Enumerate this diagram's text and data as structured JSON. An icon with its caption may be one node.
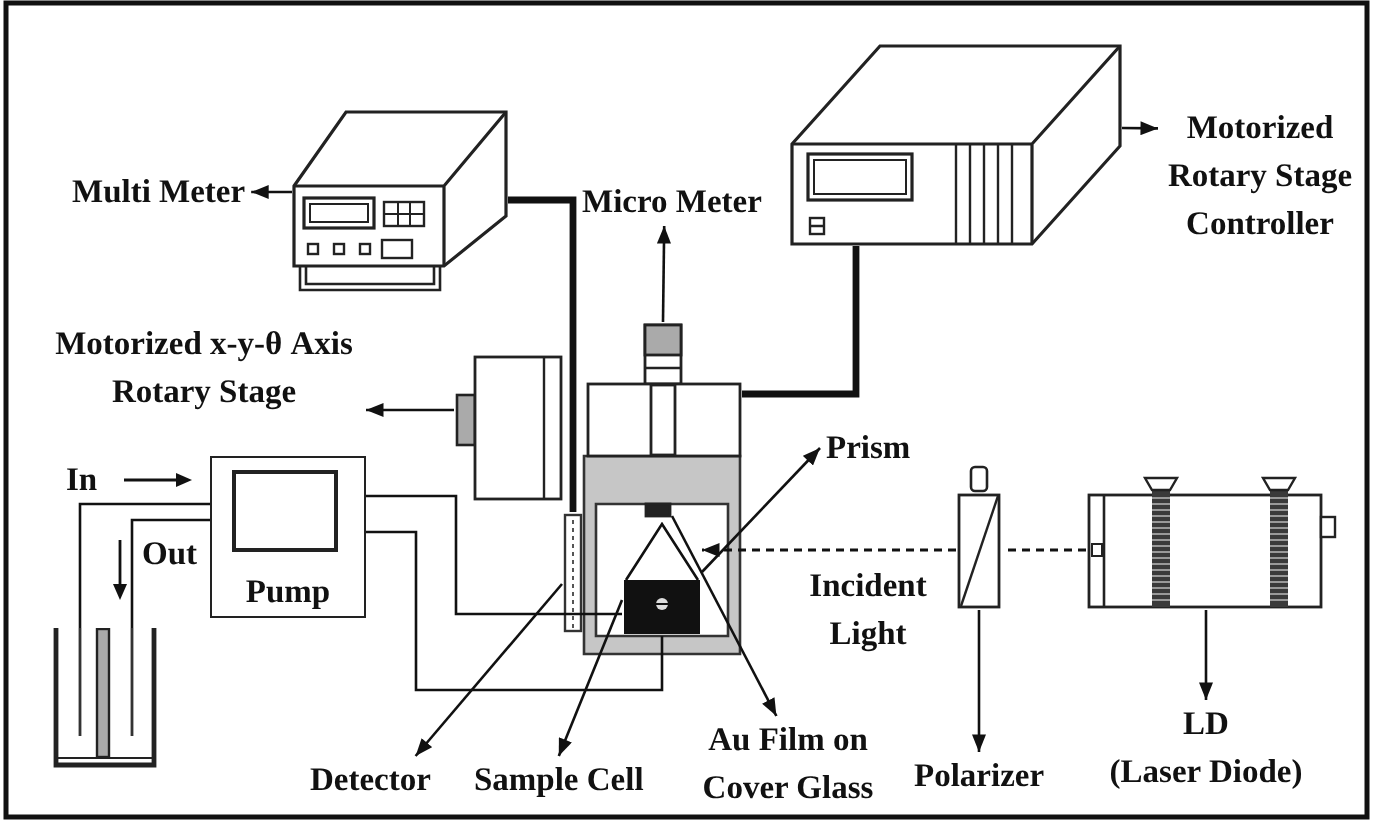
{
  "diagram": {
    "nodes": [
      {
        "text": [
          "Multi Meter"
        ]
      },
      {
        "text": [],
        "shape": "picture"
      },
      {
        "text": [
          "Micro Meter"
        ]
      },
      {
        "text": [],
        "shape": "box"
      },
      {
        "text": [
          "Motorized Rotary Stage Controller"
        ]
      },
      {
        "text": [],
        "shape": "picture"
      },
      {
        "text": [
          "Motorized x-y-θ Axis Rotary Stage"
        ]
      },
      {
        "text": [],
        "shape": "picture"
      },
      {
        "text": [
          "Prism"
        ]
      },
      {
        "text": [],
        "shape": "picture"
      },
      {
        "text": [
          "Pump"
        ]
      },
      {
        "text": [],
        "shape": "picture"
      },
      {
        "text": [
          "Detector"
        ]
      },
      {
        "text": [],
        "shape": "picture"
      },
      {
        "text": [
          "Sample Cell"
        ]
      },
      {
        "text": [],
        "shape": "picture"
      },
      {
        "text": [
          "Au Film on Cover Glass"
        ]
      },
      {
        "text": [],
        "shape": "box"
      },
      {
        "text": [
          "Polarizer"
        ]
      },
      {
        "text": [],
        "shape": "box"
      },
      {
        "text": [
          "LD",
          "(Laser Diode)"
        ]
      },
      {
        "text": [],
        "shape": "picture"
      },
      {
        "text": [],
        "shape": "box"
      }
    ],
    "edges": [
      {
        "from": 1,
        "to": 0,
        "arrow": "to"
      },
      {
        "from": 3,
        "to": 2,
        "arrow": "to"
      },
      {
        "from": 5,
        "to": 4,
        "arrow": "to"
      },
      {
        "from": 7,
        "to": 6,
        "arrow": "to"
      },
      {
        "from": 9,
        "to": 8,
        "arrow": "to"
      },
      {
        "from": 13,
        "to": 12,
        "arrow": "to"
      },
      {
        "from": 15,
        "to": 14,
        "arrow": "to"
      },
      {
        "from": 17,
        "to": 16,
        "arrow": "to"
      },
      {
        "from": 19,
        "to": 18,
        "arrow": "to"
      },
      {
        "from": 21,
        "to": 20,
        "arrow": "to"
      },
      {
        "from": 1,
        "to": 13,
        "arrow": "none",
        "style": "thick"
      },
      {
        "from": 5,
        "to": 22,
        "arrow": "none",
        "style": "thick"
      },
      {
        "from": 11,
        "to": 10,
        "arrow": "none"
      },
      {
        "from": 11,
        "to": 10,
        "arrow": "none"
      },
      {
        "from": 10,
        "to": 15,
        "arrow": "none"
      },
      {
        "from": 10,
        "to": 15,
        "arrow": "none"
      },
      {
        "from": 21,
        "to": 19,
        "arrow": "none",
        "style": "dashed"
      },
      {
        "from": 19,
        "to": 9,
        "arrow": "to",
        "style": "dashed",
        "label": "Incident Light"
      }
    ],
    "labels": [
      "In",
      "Out"
    ]
  }
}
